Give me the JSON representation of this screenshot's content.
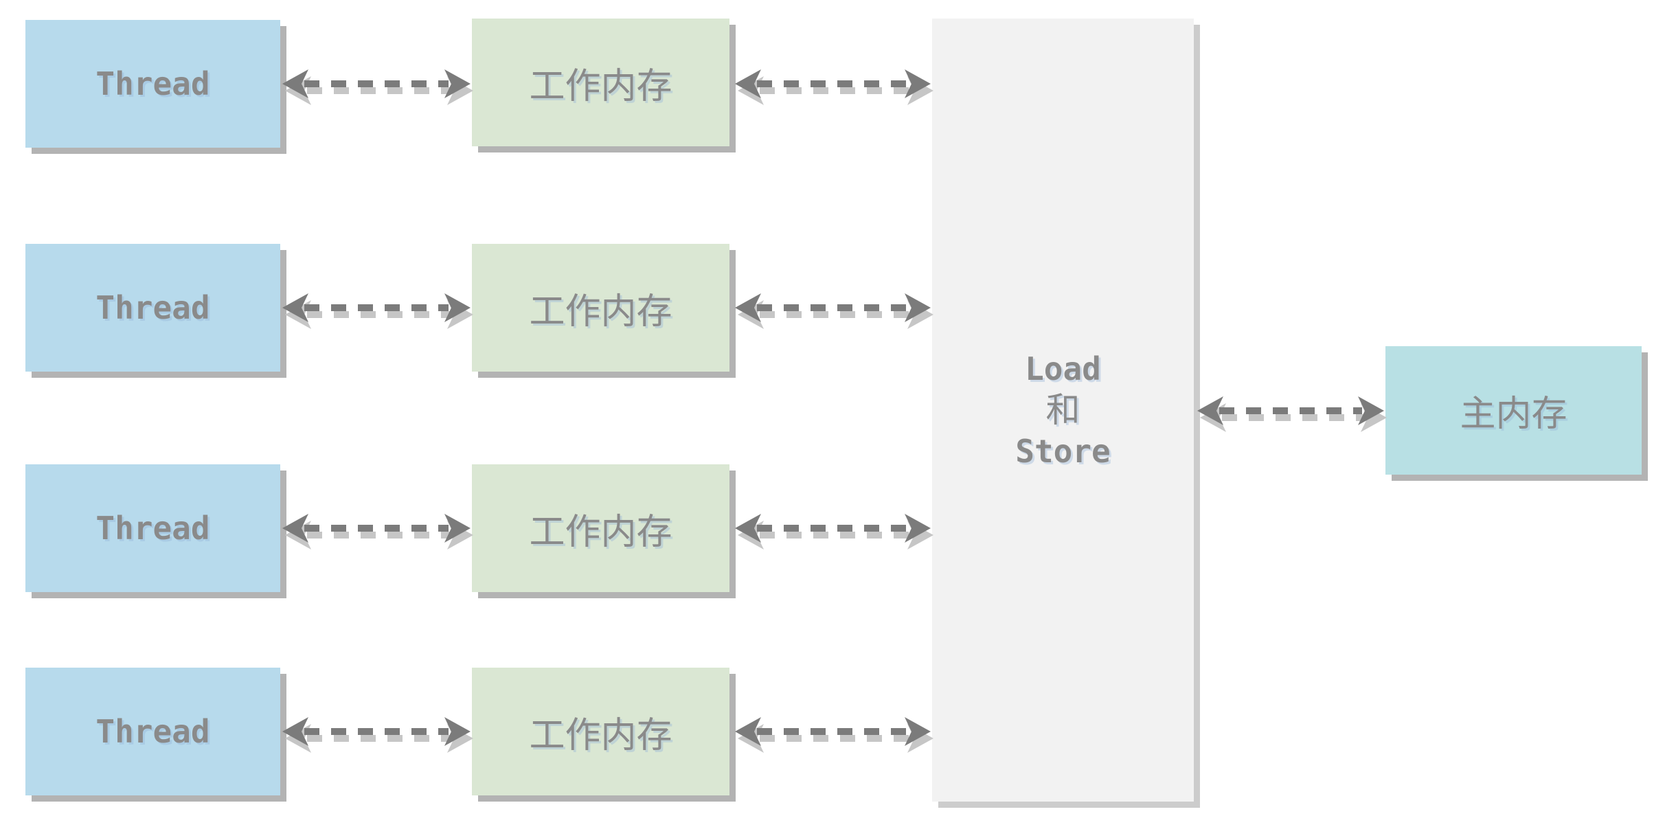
{
  "diagram": {
    "background": "#ffffff",
    "colors": {
      "background": "#ffffff",
      "thread_fill": "#b7daec",
      "working_fill": "#dae7d3",
      "bus_fill": "#f2f2f2",
      "main_fill": "#b8e0e4",
      "label_text": "#8a8a8a",
      "arrow": "#7b7b7b",
      "arrow_shadow": "#c6c6c6",
      "box_shadow": "#b3b3b3",
      "bus_shadow": "#cccccc"
    },
    "thread_boxes": [
      {
        "label": "Thread"
      },
      {
        "label": "Thread"
      },
      {
        "label": "Thread"
      },
      {
        "label": "Thread"
      }
    ],
    "working_memory_boxes": [
      {
        "label": "工作内存"
      },
      {
        "label": "工作内存"
      },
      {
        "label": "工作内存"
      },
      {
        "label": "工作内存"
      }
    ],
    "load_store_bus": {
      "lines": [
        "Load",
        "和",
        "Store"
      ]
    },
    "main_memory": {
      "label": "主内存"
    }
  }
}
